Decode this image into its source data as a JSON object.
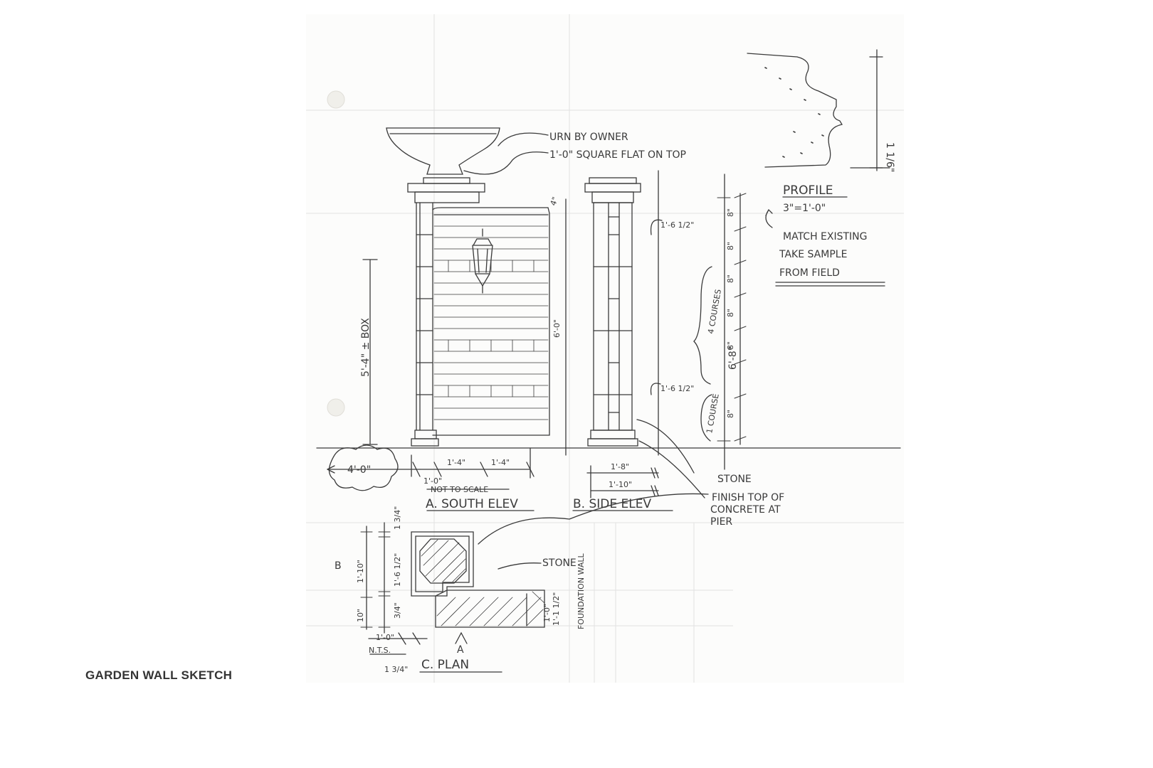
{
  "caption": "GARDEN WALL SKETCH",
  "notes": {
    "urn": "URN BY OWNER",
    "flat_top": "1'-0\" SQUARE FLAT ON TOP",
    "profile": "PROFILE",
    "profile_scale": "3\"=1'-0\"",
    "match1": "MATCH EXISTING",
    "match2": "TAKE SAMPLE",
    "match3": "FROM FIELD",
    "stone_side": "STONE",
    "finish1": "FINISH TOP OF",
    "finish2": "CONCRETE AT",
    "finish3": "PIER",
    "stone_plan": "STONE",
    "foundation": "FOUNDATION WALL",
    "courses4": "4 COURSES",
    "course1": "1 COURSE"
  },
  "dims": {
    "cap_height": "4\"",
    "box_height": "5'-4\" ± BOX",
    "wall_height": "6'-0\"",
    "pier_height": "6'-8\"",
    "side_dim_top": "1'-6 1/2\"",
    "side_dim_bot": "1'-6 1/2\"",
    "profile_h": "1 1/6\"",
    "course_a": "8\"",
    "course_b": "8\"",
    "course_c": "8\"",
    "course_d": "8\"",
    "course_e": "8\"",
    "course_f": "8\"",
    "south_left": "4'-0\"",
    "south_mid1": "1'-4\"",
    "south_mid2": "1'-4\"",
    "south_small": "1'-0\"",
    "nts1": "NOT TO SCALE",
    "side_top": "1'-8\"",
    "side_bot": "1'-10\"",
    "plan_a": "1 3/4\"",
    "plan_b": "1'-6 1/2\"",
    "plan_c": "1'-10\"",
    "plan_d": "3/4\"",
    "plan_e": "10\"",
    "plan_f": "1'-0\"",
    "plan_g": "1 3/4\"",
    "plan_h": "1'-0\"",
    "plan_i": "1'-1 1/2\"",
    "nts2": "N.T.S."
  },
  "titles": {
    "south": "A. SOUTH ELEV",
    "side": "B. SIDE ELEV",
    "plan": "C. PLAN",
    "mark_b": "B",
    "mark_a": "A"
  },
  "colors": {
    "ink": "#3a3a3a",
    "grid": "#dcdcdc",
    "paper": "#fcfcfb"
  }
}
